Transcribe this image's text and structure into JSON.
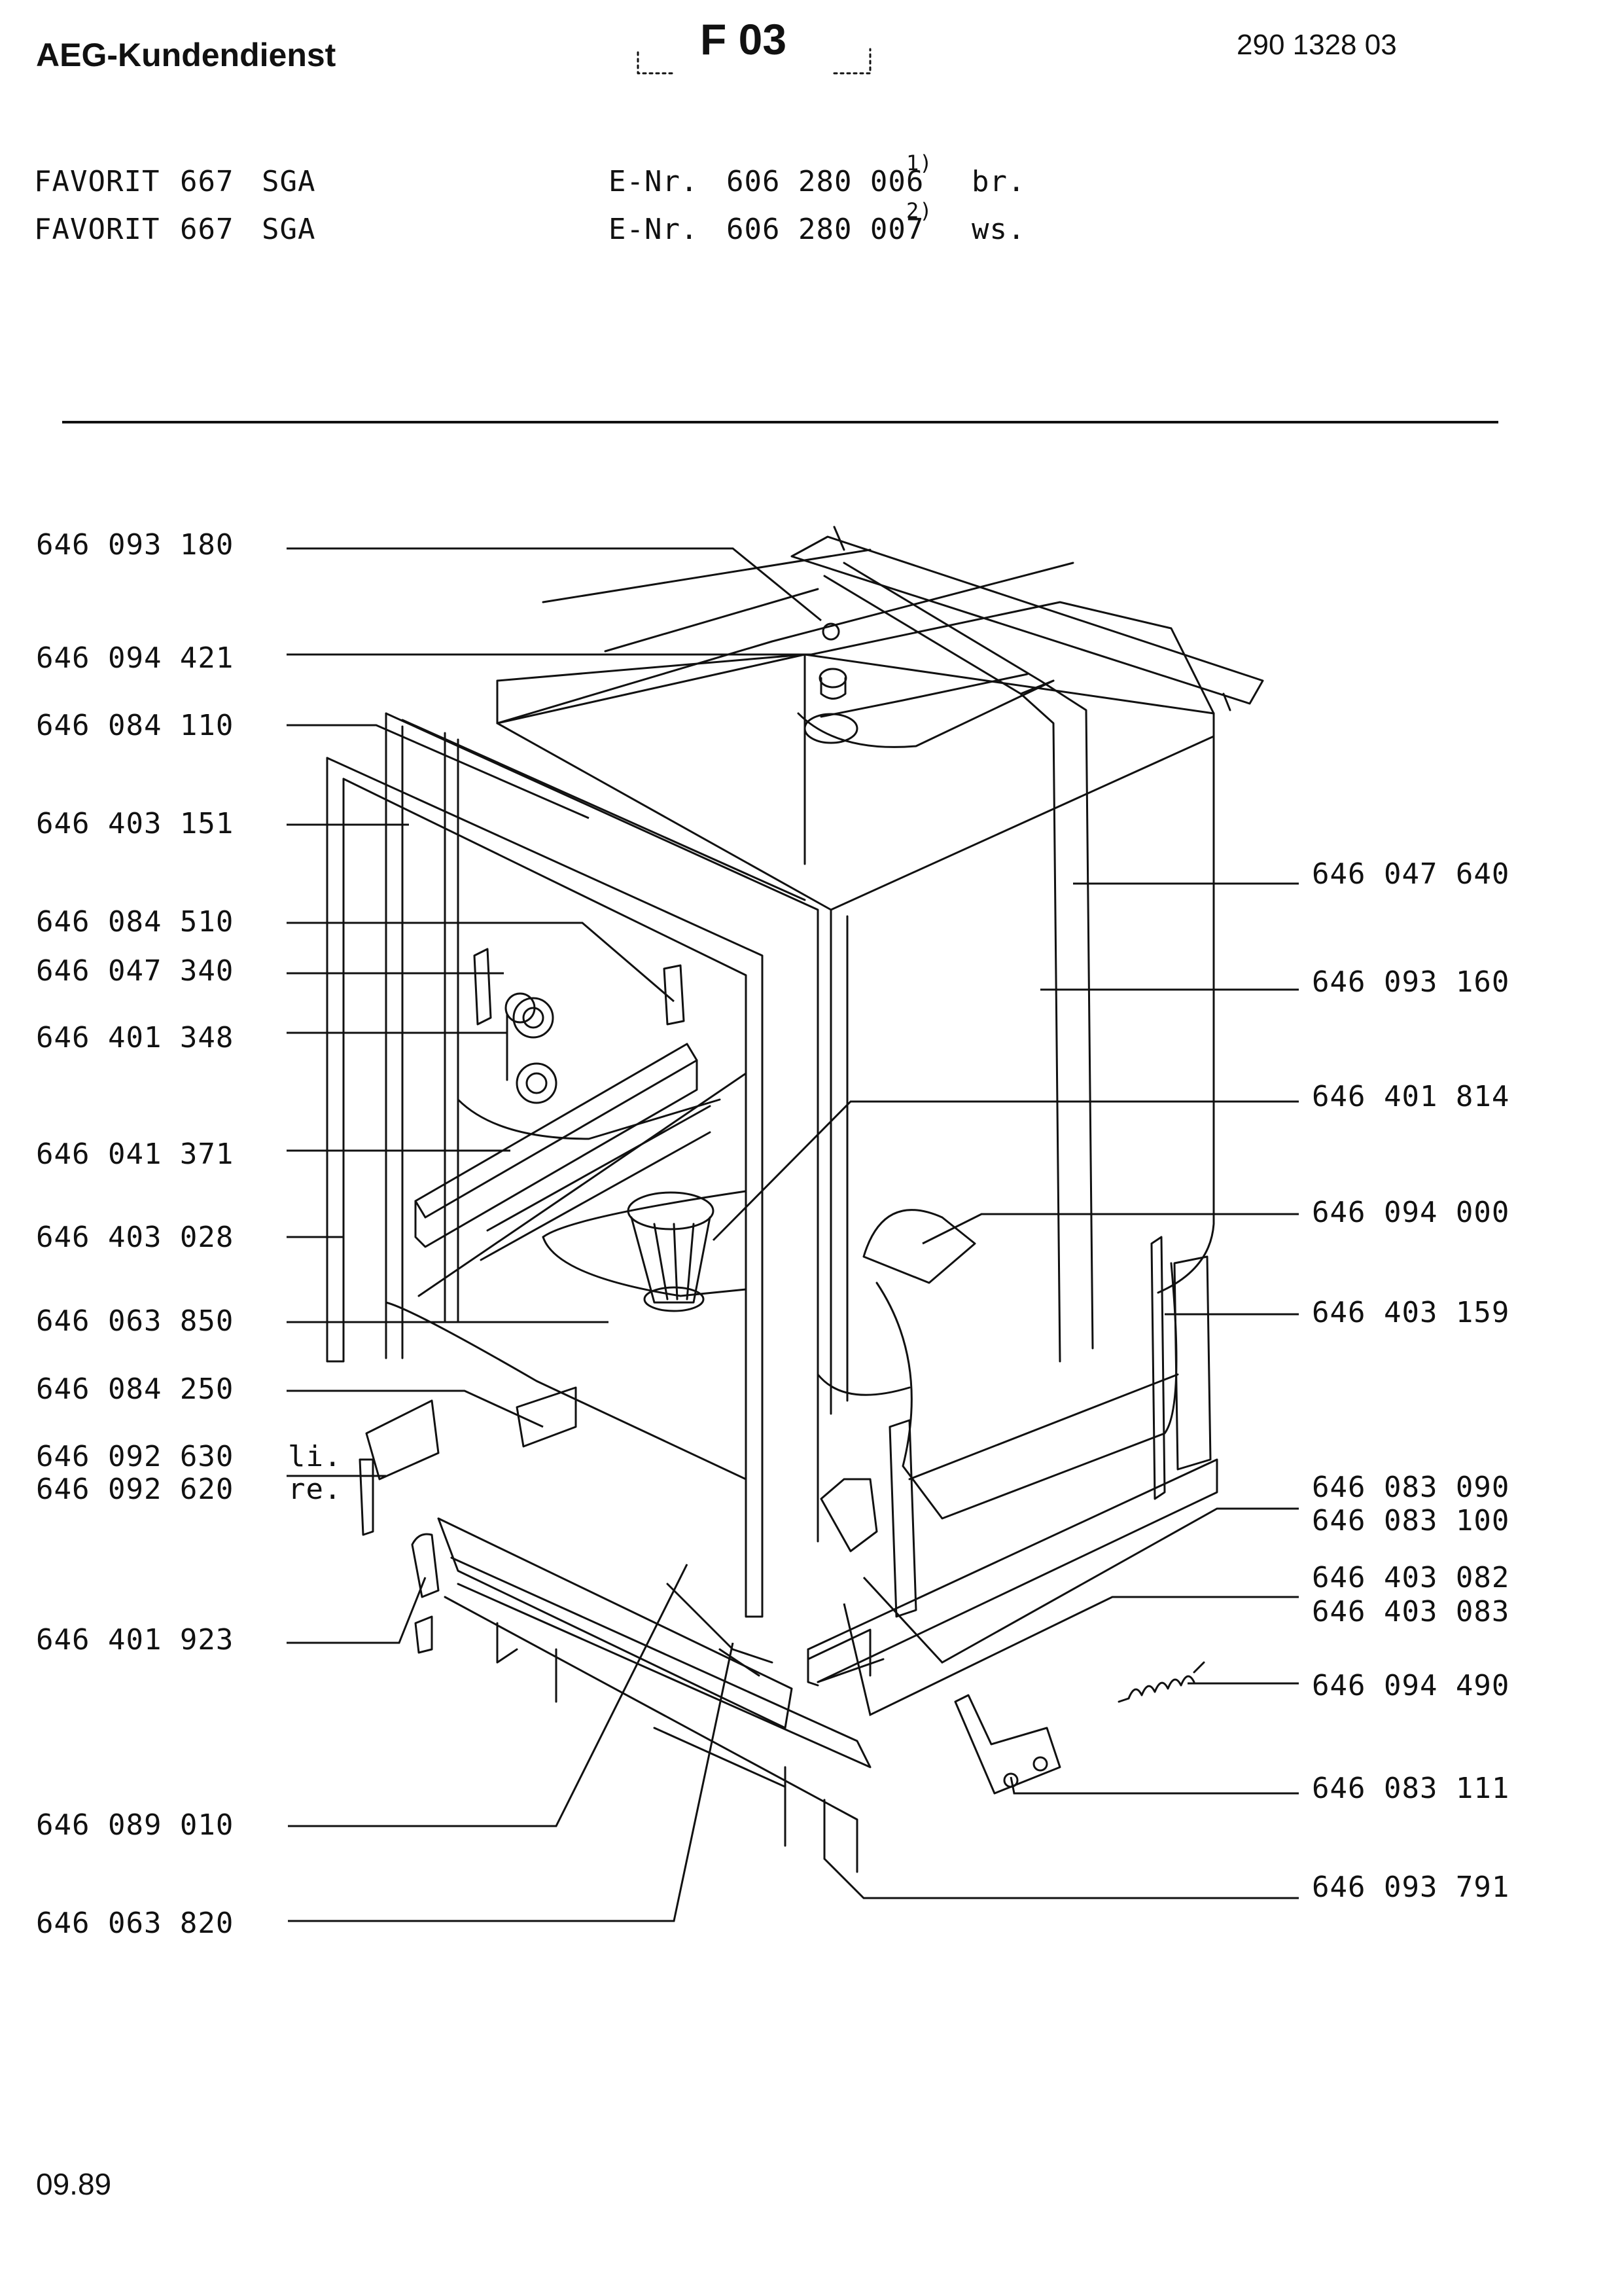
{
  "header": {
    "brand": "AEG-Kundendienst",
    "page_code": "F 03",
    "doc_number": "290 1328 03"
  },
  "models": [
    {
      "name": "FAVORIT",
      "num": "667",
      "variant": "SGA",
      "enr_label": "E-Nr.",
      "enr": "606 280 006",
      "note": "1)",
      "color": "br."
    },
    {
      "name": "FAVORIT",
      "num": "667",
      "variant": "SGA",
      "enr_label": "E-Nr.",
      "enr": "606 280 007",
      "note": "2)",
      "color": "ws."
    }
  ],
  "parts_left": [
    "646 093 180",
    "646 094 421",
    "646 084 110",
    "646 403 151",
    "646 084 510",
    "646 047 340",
    "646 401 348",
    "646 041 371",
    "646 403 028",
    "646 063 850",
    "646 084 250",
    "646 092 630",
    "646 092 620",
    "646 401 923",
    "646 089 010",
    "646 063 820"
  ],
  "side_labels": {
    "li": "li.",
    "re": "re."
  },
  "parts_right": [
    "646 047 640",
    "646 093 160",
    "646 401 814",
    "646 094 000",
    "646 403 159",
    "646 083 090",
    "646 083 100",
    "646 403 082",
    "646 403 083",
    "646 094 490",
    "646 083 111",
    "646 093 791"
  ],
  "footer": {
    "date": "09.89"
  }
}
